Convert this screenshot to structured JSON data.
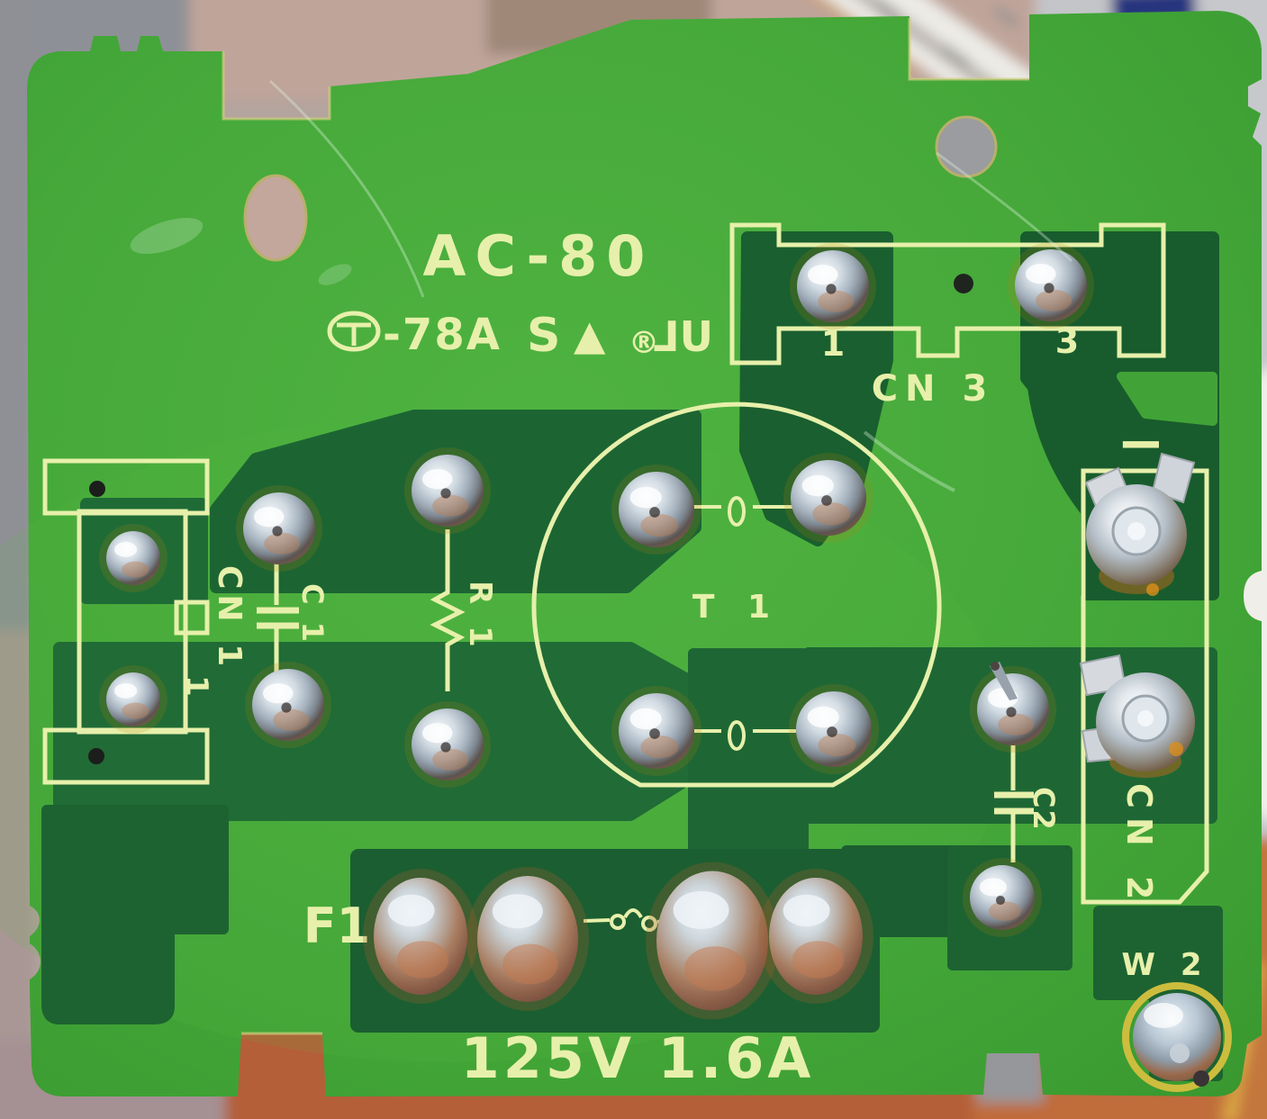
{
  "scene": {
    "subject": "Close-up photo of the solder side of a green printed circuit board (small AC power adapter PCB)",
    "board_model": "AC-80"
  },
  "silkscreen": {
    "model": "AC-80",
    "type_code": "-78A",
    "s_mark": "S",
    "triangle_mark": "▲",
    "registered_mark": "®",
    "ul_mark": "UL",
    "cn1_label": "CN 1",
    "cn1_pin1": "1",
    "cn2_label": "CN 2",
    "cn2_polarity": "−",
    "cn3_label": "CN 3",
    "cn3_pin1": "1",
    "cn3_pin3": "3",
    "t1_label": "T 1",
    "c1_label": "C 1",
    "c2_label": "C2",
    "r1_label": "R 1",
    "f1_label": "F1",
    "fuse_rating": "125V 1.6A",
    "w2_label": "W 2"
  },
  "colors": {
    "board_green": "#44a739",
    "board_green_light": "#4eb23f",
    "copper_pour_green": "#1d6834",
    "copper_pour_dark": "#185c2d",
    "silkscreen": "#e7f0ab",
    "background_top": "#c0a59b",
    "background_orange": "#b8633a",
    "background_gray": "#9preserve"
  }
}
